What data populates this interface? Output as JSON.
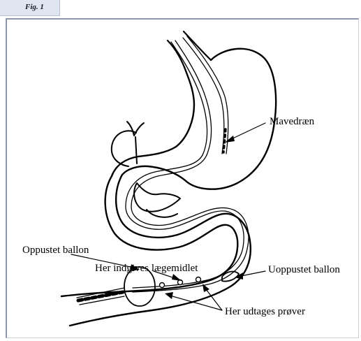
{
  "figure": {
    "tab_label": "Fig. 1"
  },
  "labels": {
    "stomach_drain": "Mavedræn",
    "inflated_balloon": "Oppustet ballon",
    "drug_given_here": "Her indgives lægemidlet",
    "uninflated_balloon": "Uoppustet ballon",
    "samples_taken_here": "Her udtages prøver"
  }
}
